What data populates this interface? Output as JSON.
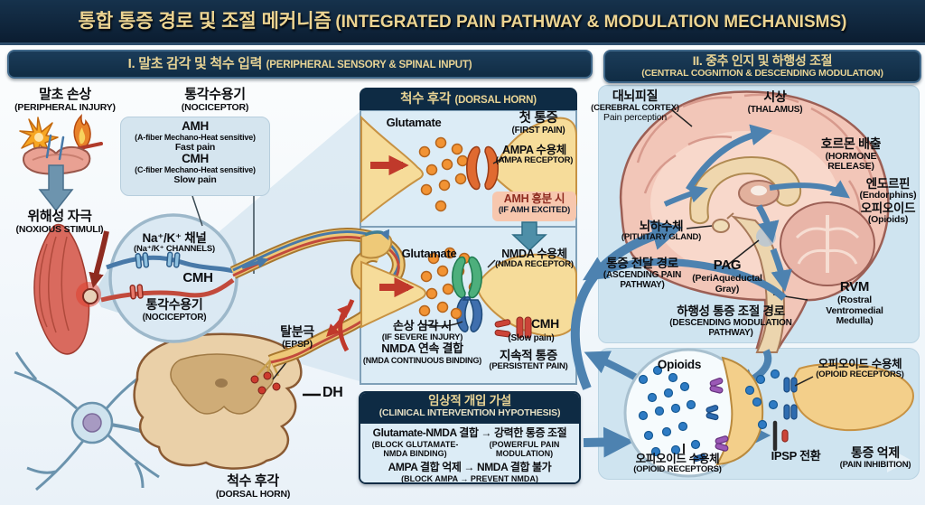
{
  "title": {
    "ko": "통합 통증 경로 및 조절 메커니즘",
    "en": "(INTEGRATED PAIN PATHWAY & MODULATION MECHANISMS)"
  },
  "sections": {
    "one": {
      "ko": "I. 말초 감각 및 척수 입력",
      "en": "(PERIPHERAL SENSORY & SPINAL INPUT)"
    },
    "two": {
      "ko": "II. 중추 인지 및 하행성 조절",
      "en": "(CENTRAL COGNITION & DESCENDING MODULATION)"
    }
  },
  "peripheral": {
    "injury": {
      "ko": "말초 손상",
      "en": "(PERIPHERAL INJURY)"
    },
    "nociceptor": {
      "ko": "통각수용기",
      "en": "(NOCICEPTOR)"
    },
    "fiber_box": {
      "amh": "AMH",
      "amh_desc": "(A-fiber Mechano-Heat sensitive)",
      "amh_pain": "Fast pain",
      "cmh": "CMH",
      "cmh_desc": "(C-fiber Mechano-Heat sensitive)",
      "cmh_pain": "Slow pain"
    },
    "noxious": {
      "ko": "위해성 자극",
      "en": "(NOXIOUS STIMULI)"
    },
    "channels": {
      "ko": "Na⁺/K⁺ 채널",
      "en": "(Na⁺/K⁺ CHANNELS)"
    },
    "cmh_fiber": "CMH",
    "nociceptor2": {
      "ko": "통각수용기",
      "en": "(NOCICEPTOR)"
    },
    "epsp": {
      "ko": "탈분극",
      "en": "(EPSP)"
    },
    "dh": "DH",
    "dorsal_horn": {
      "ko": "척수 후각",
      "en": "(DORSAL HORN)"
    }
  },
  "dorsal_panel": {
    "header": {
      "ko": "척수 후각",
      "en": "(DORSAL HORN)"
    },
    "glutamate1": "Glutamate",
    "first_pain": {
      "ko": "첫 통증",
      "en": "(FIRST PAIN)"
    },
    "ampa": {
      "ko": "AMPA 수용체",
      "en": "(AMPA RECEPTOR)"
    },
    "amh_excited": {
      "ko": "AMH 흥분 시",
      "en": "(IF AMH EXCITED)"
    },
    "glutamate2": "Glutamate",
    "nmda": {
      "ko": "NMDA 수용체",
      "en": "(NMDA RECEPTOR)"
    },
    "severe": {
      "ko": "손상 심각 시",
      "en": "(IF SEVERE INJURY)"
    },
    "continuous": {
      "ko": "NMDA 연속 결합",
      "en": "(NMDA CONTINUOUS BINDING)"
    },
    "cmh": {
      "label": "CMH",
      "pain": "(Slow pain)"
    },
    "persistent": {
      "ko": "지속적 통증",
      "en": "(PERSISTENT PAIN)"
    }
  },
  "hypothesis": {
    "header": {
      "ko": "임상적 개입 가설",
      "en": "(CLINICAL INTERVENTION HYPOTHESIS)"
    },
    "line1": "Glutamate-NMDA 결합 → 강력한 통증 조절",
    "line1_sub_left": "(BLOCK GLUTAMATE-NMDA BINDING)",
    "line1_sub_right": "(POWERFUL PAIN MODULATION)",
    "line2": "AMPA 결합 억제 → NMDA 결합 불가",
    "line2_sub": "(BLOCK AMPA → PREVENT NMDA)"
  },
  "central": {
    "cortex": {
      "ko": "대뇌피질",
      "en": "(CEREBRAL CORTEX)",
      "sub": "Pain perception"
    },
    "thalamus": {
      "ko": "시상",
      "en": "(THALAMUS)"
    },
    "hormone": {
      "ko": "호르몬 배출",
      "en": "(HORMONE RELEASE)"
    },
    "endorphins": {
      "ko": "엔도르핀",
      "en": "(Endorphins)"
    },
    "opioids": {
      "ko": "오피오이드",
      "en": "(Opioids)"
    },
    "pituitary": {
      "ko": "뇌하수체",
      "en": "(PITUITARY GLAND)"
    },
    "ascending": {
      "ko": "통증 전달 경로",
      "en": "(ASCENDING PAIN PATHWAY)"
    },
    "pag": {
      "abbr": "PAG",
      "en": "(PeriAqueductal Gray)"
    },
    "descending": {
      "ko": "하행성 통증 조절 경로",
      "en": "(DESCENDING MODULATION PATHWAY)"
    },
    "rvm": {
      "abbr": "RVM",
      "en": "(Rostral Ventromedial Medulla)"
    }
  },
  "opioid": {
    "opioids": "Opioids",
    "receptors_left": {
      "ko": "오피오이드 수용체",
      "en": "(OPIOID RECEPTORS)"
    },
    "receptors_right": {
      "ko": "오피오이드 수용체",
      "en": "(OPIOID RECEPTORS)"
    },
    "ipsp": "IPSP 전환",
    "inhibition": {
      "ko": "통증 억제",
      "en": "(PAIN INHIBITION)"
    }
  },
  "icons": {
    "impact_burst": "starburst-impact",
    "flame": "flame",
    "skin": "injured-skin",
    "noxious_arrow": "down-arrow",
    "magnifier": "zoom-circle",
    "neuron": "sensory-neuron",
    "spinal_cord": "spinal-cord-cross-section",
    "brain": "sagittal-brain",
    "synapse": "synapse-terminal",
    "inhibition_bar": "t-bar-inhibition",
    "watermark": "play-triangle"
  },
  "colors": {
    "navy": "#0e2b44",
    "gold": "#ecd492",
    "panel_blue": "#dcecf6",
    "section_blue": "#cfe4f0",
    "arrow_blue": "#4d82b0",
    "synapse_tan": "#f6dc9a",
    "glutamate_orange": "#f29333",
    "alert_pink": "#f7c7ae",
    "red": "#c0392b",
    "receptor_green": "#4daf7c",
    "receptor_blue": "#3f6fae",
    "opioid_dot_blue": "#2e7bc4",
    "receptor_purple": "#9b59b6"
  }
}
